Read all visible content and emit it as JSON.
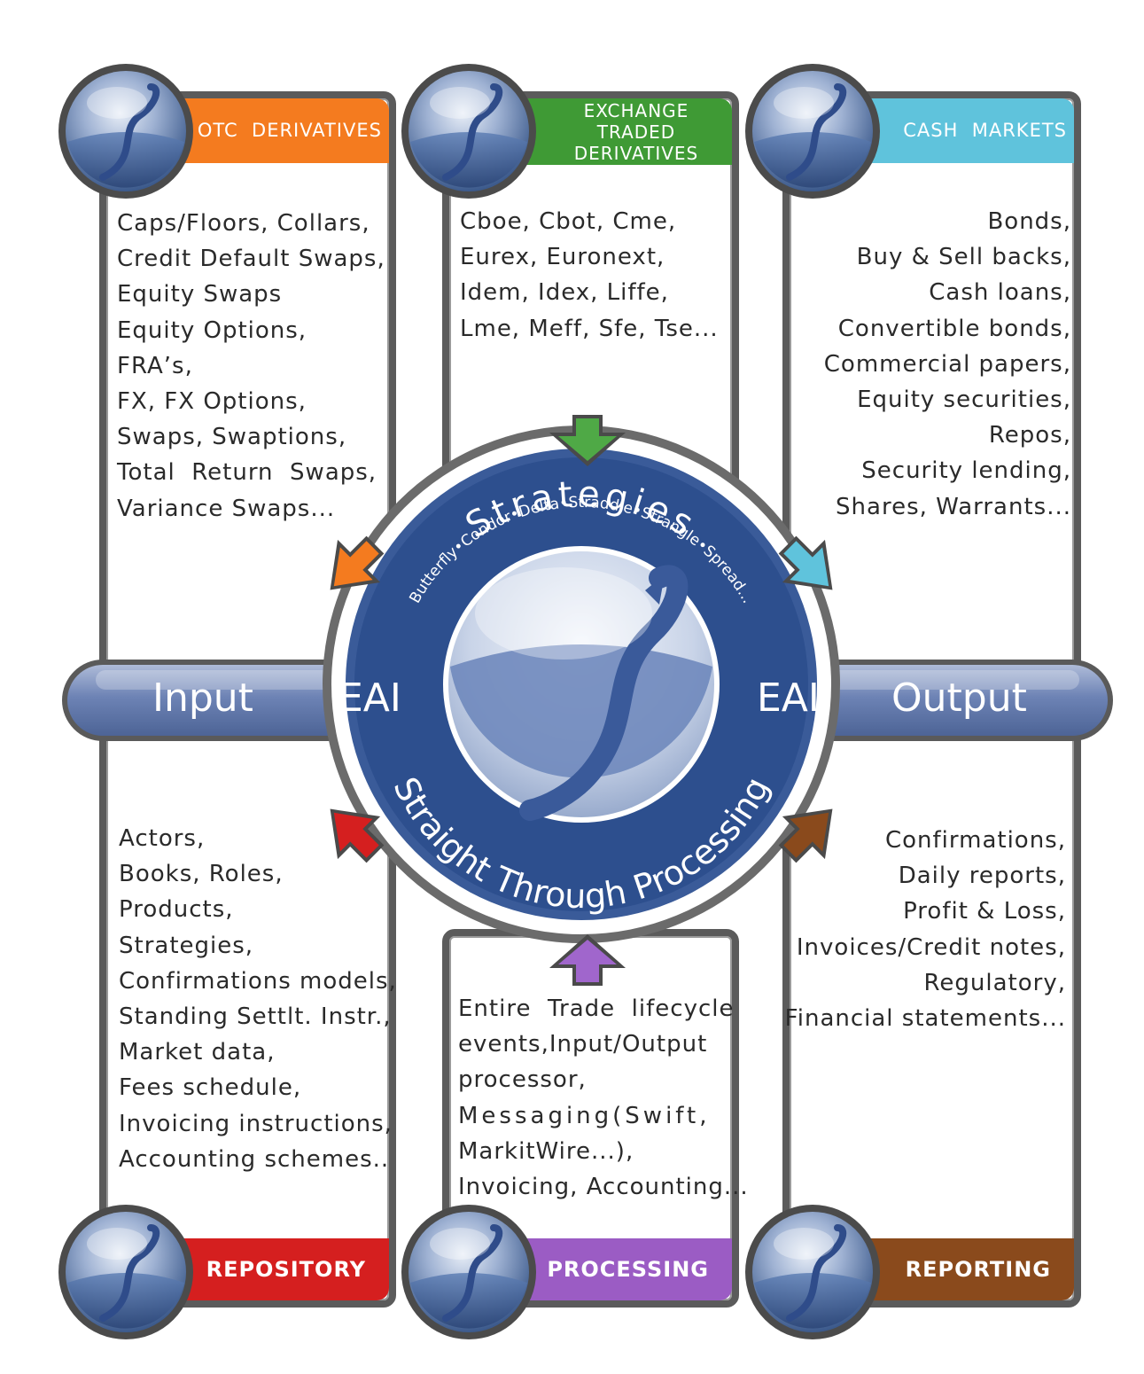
{
  "panels": {
    "otc": {
      "title": "OTC  DERIVATIVES",
      "color": "#f47b1f",
      "items": [
        "Caps/Floors, Collars,",
        "Credit Default Swaps,",
        "Equity Swaps",
        "Equity Options,",
        "FRA’s,",
        "FX, FX Options,",
        "Swaps, Swaptions,",
        "Total  Return  Swaps,",
        "Variance Swaps..."
      ]
    },
    "etd": {
      "title_lines": [
        "EXCHANGE",
        "TRADED",
        "DERIVATIVES"
      ],
      "color": "#3f9a35",
      "items": [
        "Cboe, Cbot, Cme,",
        "Eurex, Euronext,",
        "Idem, Idex, Liffe,",
        "Lme, Meff, Sfe, Tse..."
      ]
    },
    "cash": {
      "title": "CASH  MARKETS",
      "color": "#5fc3dc",
      "items": [
        "Bonds,",
        "Buy & Sell backs,",
        "Cash loans,",
        "Convertible bonds,",
        "Commercial papers,",
        "Equity securities,",
        "Repos,",
        "Security lending,",
        "Shares, Warrants..."
      ]
    },
    "repository": {
      "title": "REPOSITORY",
      "color": "#d51f1f",
      "items": [
        "Actors,",
        "Books, Roles,",
        "Products,",
        "Strategies,",
        "Confirmations models,",
        "Standing Settlt. Instr.,",
        "Market data,",
        "Fees schedule,",
        "Invoicing instructions,",
        "Accounting schemes.."
      ]
    },
    "processing": {
      "title": "PROCESSING",
      "color": "#9b5cc4",
      "items": [
        "Entire  Trade  lifecycle",
        "events,Input/Output",
        "processor,",
        "Messaging(Swift,",
        "MarkitWire...),",
        "Invoicing, Accounting..."
      ]
    },
    "reporting": {
      "title": "REPORTING",
      "color": "#8a4a1c",
      "items": [
        "Confirmations,",
        "Daily reports,",
        "Profit & Loss,",
        "Invoices/Credit notes,",
        "Regulatory,",
        "Financial statements..."
      ]
    }
  },
  "bar": {
    "input": "Input",
    "eai_left": "EAI",
    "eai_right": "EAI",
    "output": "Output",
    "color": "#6d83b5"
  },
  "ring": {
    "strategies": "Strategies",
    "strategy_items": "Butterfly•Condor•Delta•Straddle•Strangle•Spread...",
    "stp": "Straight Through Processing",
    "color": "#2d4f8e"
  }
}
